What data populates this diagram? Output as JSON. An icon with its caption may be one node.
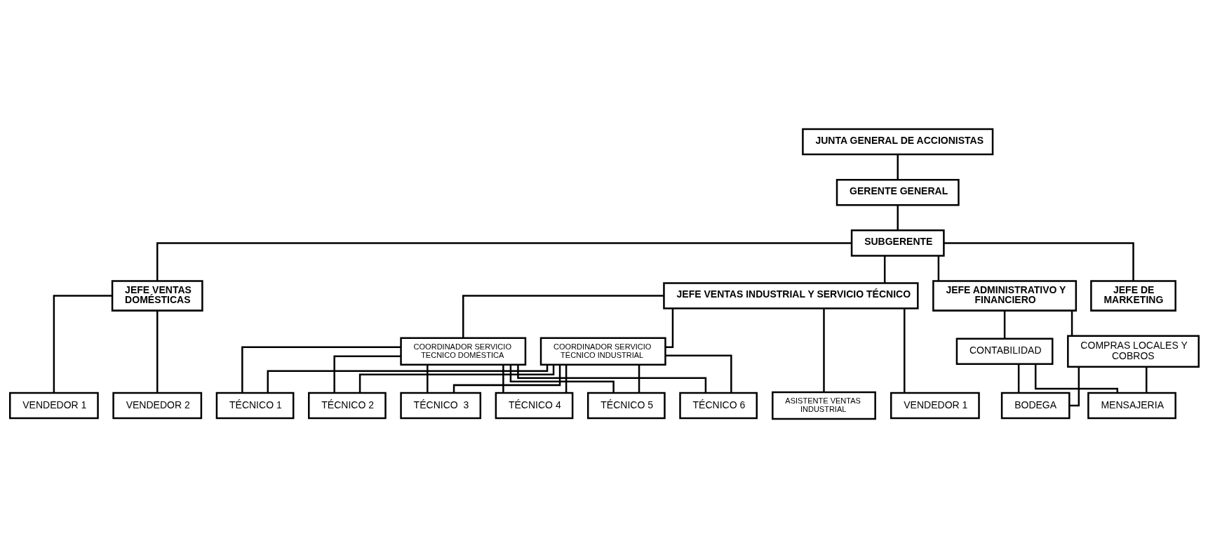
{
  "diagram": {
    "nodes": [
      {
        "text": [
          "JUNTA GENERAL DE ACCIONISTAS"
        ]
      },
      {
        "text": [
          "GERENTE GENERAL"
        ]
      },
      {
        "text": [
          "SUBGERENTE"
        ]
      },
      {
        "text": [
          "JEFE VENTAS DOMÉSTICAS"
        ]
      },
      {
        "text": [
          "JEFE VENTAS INDUSTRIAL Y SERVICIO TÉCNICO"
        ]
      },
      {
        "text": [
          "JEFE ADMINISTRATIVO Y FINANCIERO"
        ]
      },
      {
        "text": [
          "JEFE DE MARKETING"
        ]
      },
      {
        "text": [
          "COORDINADOR SERVICIO TECNICO DOMÉSTICA"
        ]
      },
      {
        "text": [
          "COORDINADOR SERVICIO TÉCNICO INDUSTRIAL"
        ]
      },
      {
        "text": [
          "CONTABILIDAD"
        ]
      },
      {
        "text": [
          "COMPRAS LOCALES Y COBROS"
        ]
      },
      {
        "text": [
          "VENDEDOR 1"
        ]
      },
      {
        "text": [
          "VENDEDOR 2"
        ]
      },
      {
        "text": [
          "ASISTENTE VENTAS INDUSTRIAL"
        ]
      },
      {
        "text": [
          "VENDEDOR 1"
        ]
      },
      {
        "text": [
          "BODEGA"
        ]
      },
      {
        "text": [
          "MENSAJERIA"
        ]
      },
      {
        "text": [
          "TÉCNICO 1"
        ]
      },
      {
        "text": [
          "TÉCNICO 2"
        ]
      },
      {
        "text": [
          "TÉCNICO  3"
        ]
      },
      {
        "text": [
          "TÉCNICO 4"
        ]
      },
      {
        "text": [
          "TÉCNICO 5"
        ]
      },
      {
        "text": [
          "TÉCNICO 6"
        ]
      }
    ],
    "edges": [
      {
        "from": 0,
        "to": 1,
        "arrow": "none"
      },
      {
        "from": 1,
        "to": 2,
        "arrow": "none"
      },
      {
        "from": 2,
        "to": 3,
        "arrow": "none"
      },
      {
        "from": 2,
        "to": 4,
        "arrow": "none"
      },
      {
        "from": 2,
        "to": 5,
        "arrow": "none"
      },
      {
        "from": 2,
        "to": 6,
        "arrow": "none"
      },
      {
        "from": 3,
        "to": 11,
        "arrow": "none"
      },
      {
        "from": 3,
        "to": 12,
        "arrow": "none"
      },
      {
        "from": 4,
        "to": 7,
        "arrow": "none"
      },
      {
        "from": 4,
        "to": 8,
        "arrow": "none"
      },
      {
        "from": 4,
        "to": 13,
        "arrow": "none"
      },
      {
        "from": 4,
        "to": 14,
        "arrow": "none"
      },
      {
        "from": 5,
        "to": 9,
        "arrow": "none"
      },
      {
        "from": 5,
        "to": 10,
        "arrow": "none"
      },
      {
        "from": 9,
        "to": 15,
        "arrow": "none"
      },
      {
        "from": 9,
        "to": 16,
        "arrow": "none"
      },
      {
        "from": 10,
        "to": 15,
        "arrow": "none"
      },
      {
        "from": 10,
        "to": 16,
        "arrow": "none"
      },
      {
        "from": 7,
        "to": 17,
        "arrow": "none"
      },
      {
        "from": 7,
        "to": 18,
        "arrow": "none"
      },
      {
        "from": 7,
        "to": 19,
        "arrow": "none"
      },
      {
        "from": 7,
        "to": 20,
        "arrow": "none"
      },
      {
        "from": 7,
        "to": 21,
        "arrow": "none"
      },
      {
        "from": 7,
        "to": 22,
        "arrow": "none"
      },
      {
        "from": 8,
        "to": 17,
        "arrow": "none"
      },
      {
        "from": 8,
        "to": 18,
        "arrow": "none"
      },
      {
        "from": 8,
        "to": 19,
        "arrow": "none"
      },
      {
        "from": 8,
        "to": 20,
        "arrow": "none"
      },
      {
        "from": 8,
        "to": 21,
        "arrow": "none"
      },
      {
        "from": 8,
        "to": 22,
        "arrow": "none"
      }
    ]
  }
}
